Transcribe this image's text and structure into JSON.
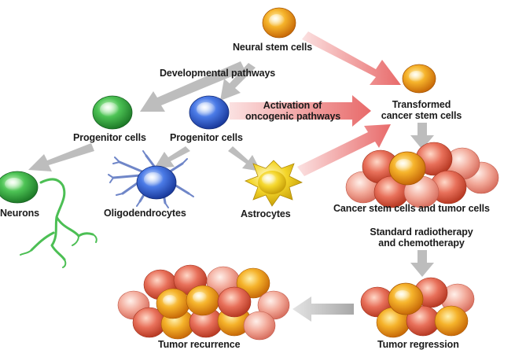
{
  "labels": {
    "neural_stem_cells": "Neural stem cells",
    "developmental_pathways": "Developmental pathways",
    "activation_line1": "Activation of",
    "activation_line2": "oncogenic pathways",
    "transformed_line1": "Transformed",
    "transformed_line2": "cancer stem cells",
    "progenitor_left": "Progenitor cells",
    "progenitor_right": "Progenitor cells",
    "neurons": "Neurons",
    "oligodendrocytes": "Oligodendrocytes",
    "astrocytes": "Astrocytes",
    "cancer_stem_and_tumor": "Cancer stem cells and tumor cells",
    "therapy_line1": "Standard radiotherapy",
    "therapy_line2": "and chemotherapy",
    "tumor_regression": "Tumor regression",
    "tumor_recurrence": "Tumor recurrence"
  },
  "colors": {
    "gray_arrow": "#b8b8b8",
    "pink_arrow": "#ef8c8c",
    "orange_cell": "#f0a020",
    "green_cell": "#3cb84a",
    "blue_cell": "#3a6ad8",
    "yellow_cell": "#f2d21e",
    "tumor_red": "#e05a3a"
  }
}
